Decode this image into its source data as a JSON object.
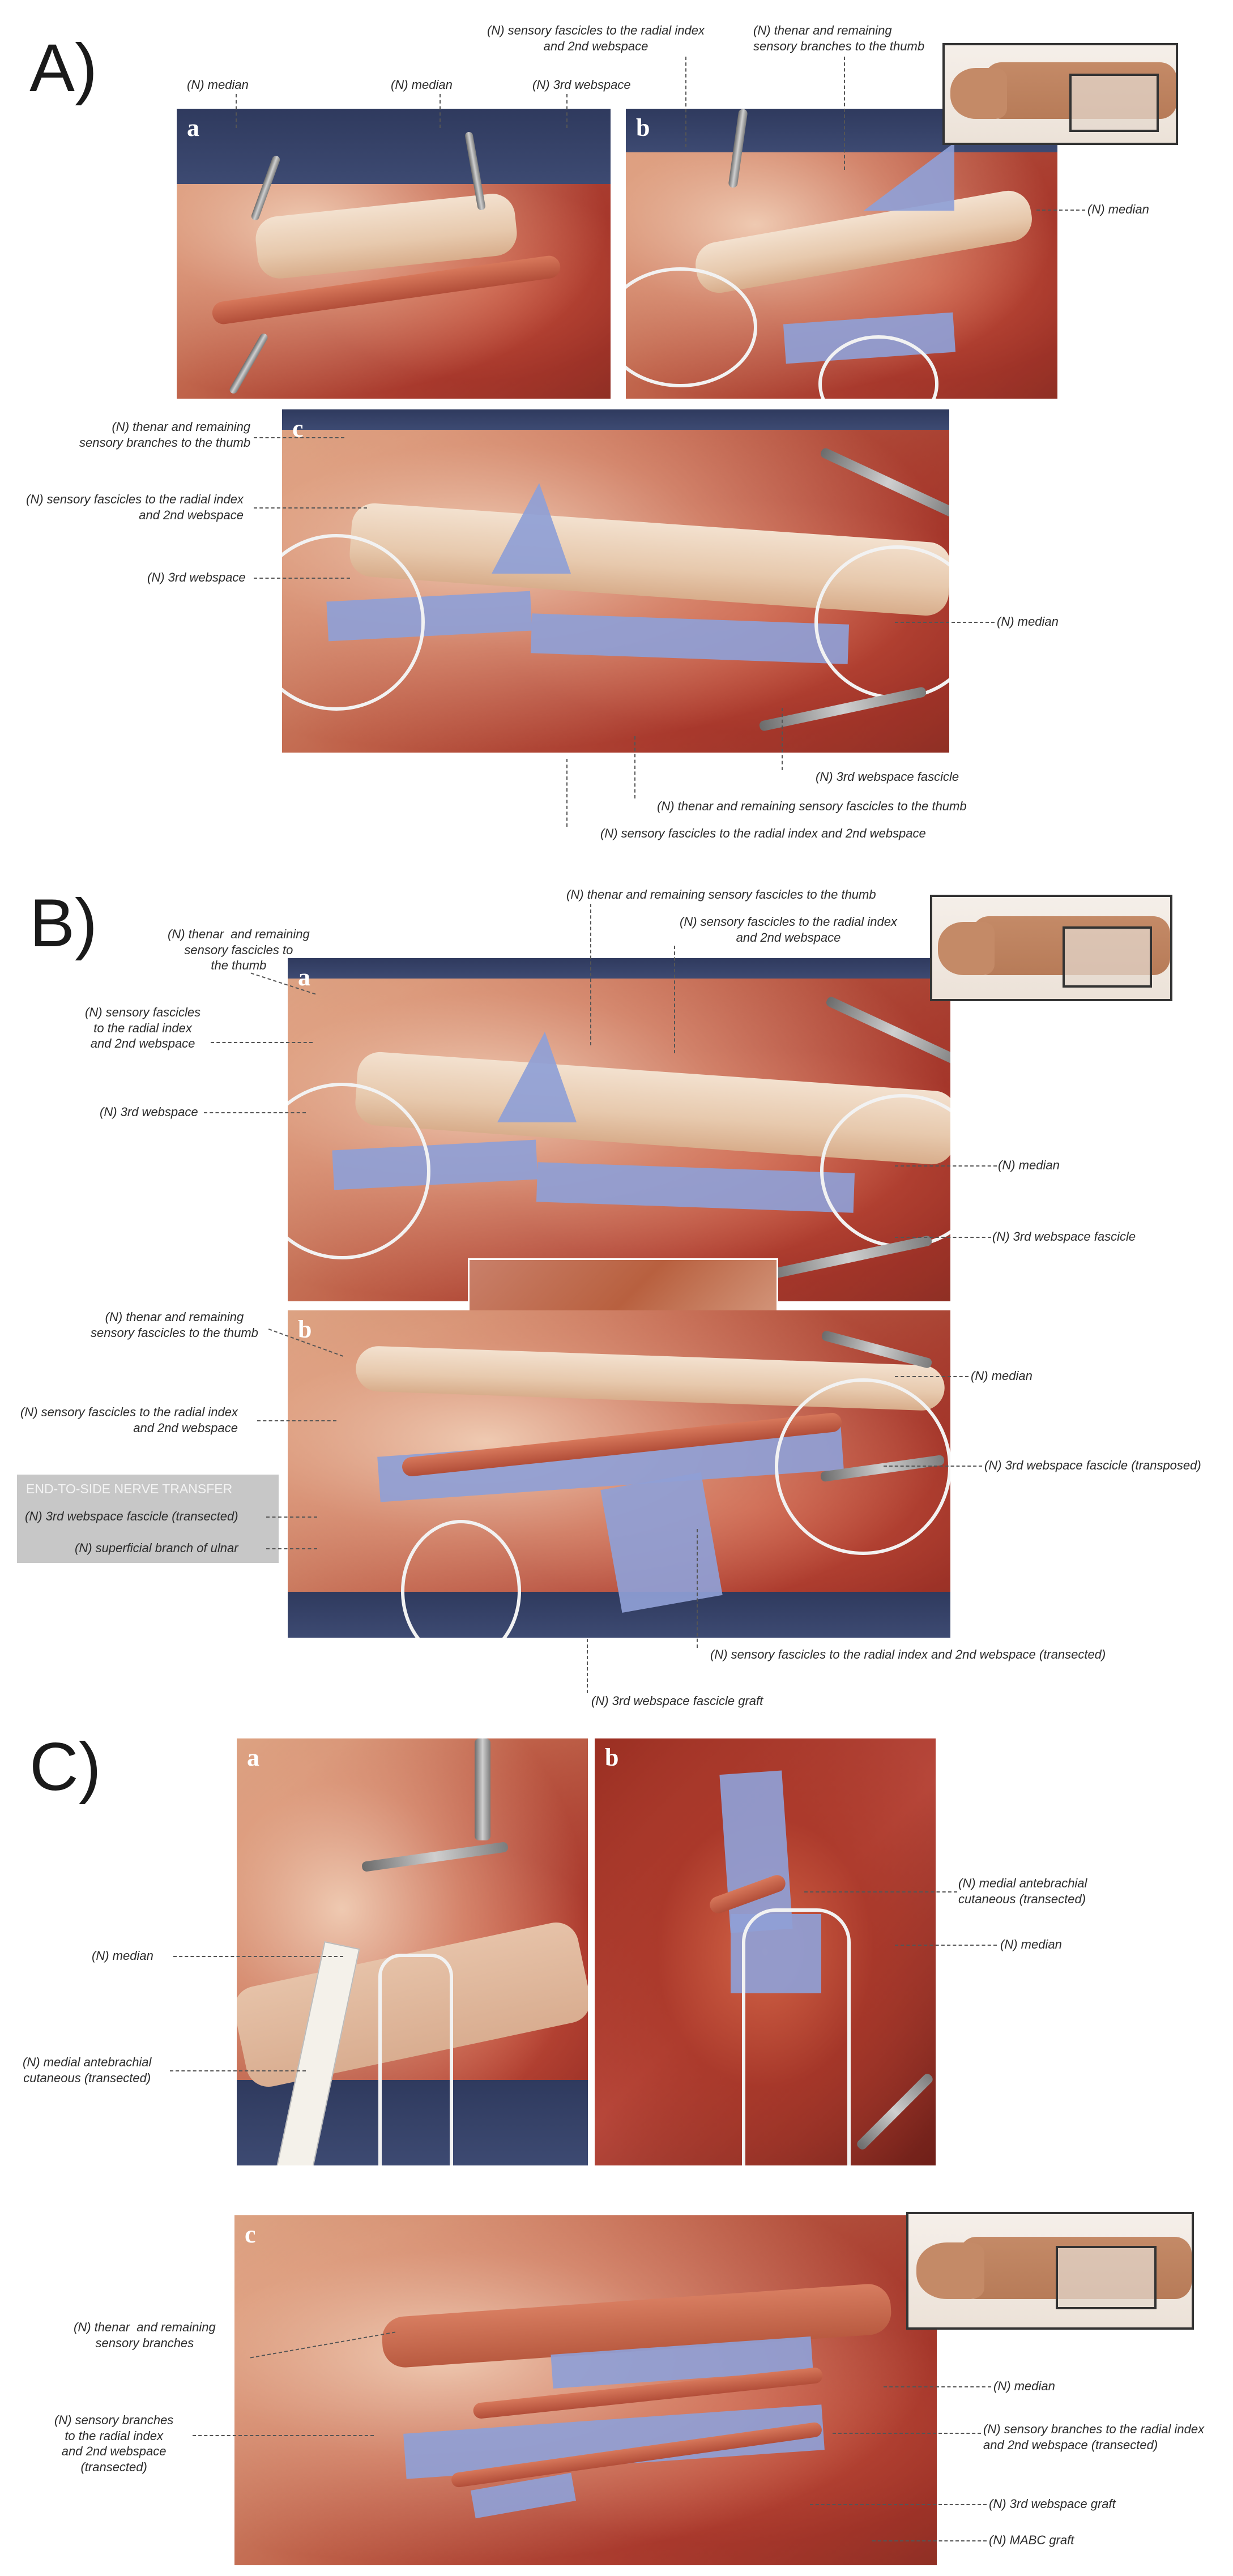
{
  "sections": {
    "A": "A)",
    "B": "B)",
    "C": "C)"
  },
  "panels": {
    "a": "a",
    "b": "b",
    "c": "c"
  },
  "box": {
    "title": "END-TO-SIDE NERVE TRANSFER"
  },
  "labels": {
    "A_a_median_left": "(N) median",
    "A_a_median_right": "(N) median",
    "A_a_3rd": "(N) 3rd webspace",
    "A_b_sensory": "(N) sensory fascicles to the radial index\nand 2nd webspace",
    "A_b_thenar": "(N) thenar and remaining\nsensory branches to the thumb",
    "A_b_median": "(N) median",
    "A_c_thenar": "(N) thenar and remaining\nsensory branches to the thumb",
    "A_c_sensory": "(N) sensory fascicles to the radial index\nand 2nd webspace",
    "A_c_3rd": "(N) 3rd webspace",
    "A_c_median": "(N) median",
    "A_c_3rd_fascicle": "(N) 3rd webspace fascicle",
    "A_c_thenar_fascicles": "(N) thenar and remaining sensory fascicles to the thumb",
    "A_c_sensory_bottom": "(N) sensory fascicles to the radial index and 2nd webspace",
    "B_a_thenar_top": "(N) thenar and remaining sensory fascicles to the thumb",
    "B_a_sensory_top": "(N) sensory fascicles to the radial index\nand 2nd webspace",
    "B_a_thenar_left": "(N) thenar  and remaining\nsensory fascicles to\nthe thumb",
    "B_a_sensory_left": "(N) sensory fascicles\nto the radial index\nand 2nd webspace",
    "B_a_3rd": "(N) 3rd webspace",
    "B_a_median": "(N) median",
    "B_a_3rd_fascicle": "(N) 3rd webspace fascicle",
    "B_b_thenar": "(N) thenar and remaining\nsensory fascicles to the thumb",
    "B_b_sensory": "(N) sensory fascicles to the radial index\nand 2nd webspace",
    "B_b_3rd_transected": "(N) 3rd webspace fascicle (transected)",
    "B_b_ulnar": "(N) superficial branch of ulnar",
    "B_b_median": "(N) median",
    "B_b_3rd_transposed": "(N) 3rd webspace fascicle (transposed)",
    "B_b_sensory_transected": "(N) sensory fascicles to the radial index and 2nd webspace (transected)",
    "B_b_graft": "(N) 3rd webspace fascicle graft",
    "C_a_median": "(N) median",
    "C_a_mabc": "(N) medial antebrachial\ncutaneous (transected)",
    "C_b_mabc": "(N) medial antebrachial\ncutaneous (transected)",
    "C_b_median": "(N) median",
    "C_c_thenar": "(N) thenar  and remaining\nsensory branches",
    "C_c_sensory": "(N) sensory branches\nto the radial index\nand 2nd webspace\n(transected)",
    "C_c_median": "(N) median",
    "C_c_sensory_right": "(N) sensory branches to the radial index\nand 2nd webspace (transected)",
    "C_c_3rd_graft": "(N) 3rd webspace graft",
    "C_c_mabc_graft": "(N) MABC graft"
  }
}
